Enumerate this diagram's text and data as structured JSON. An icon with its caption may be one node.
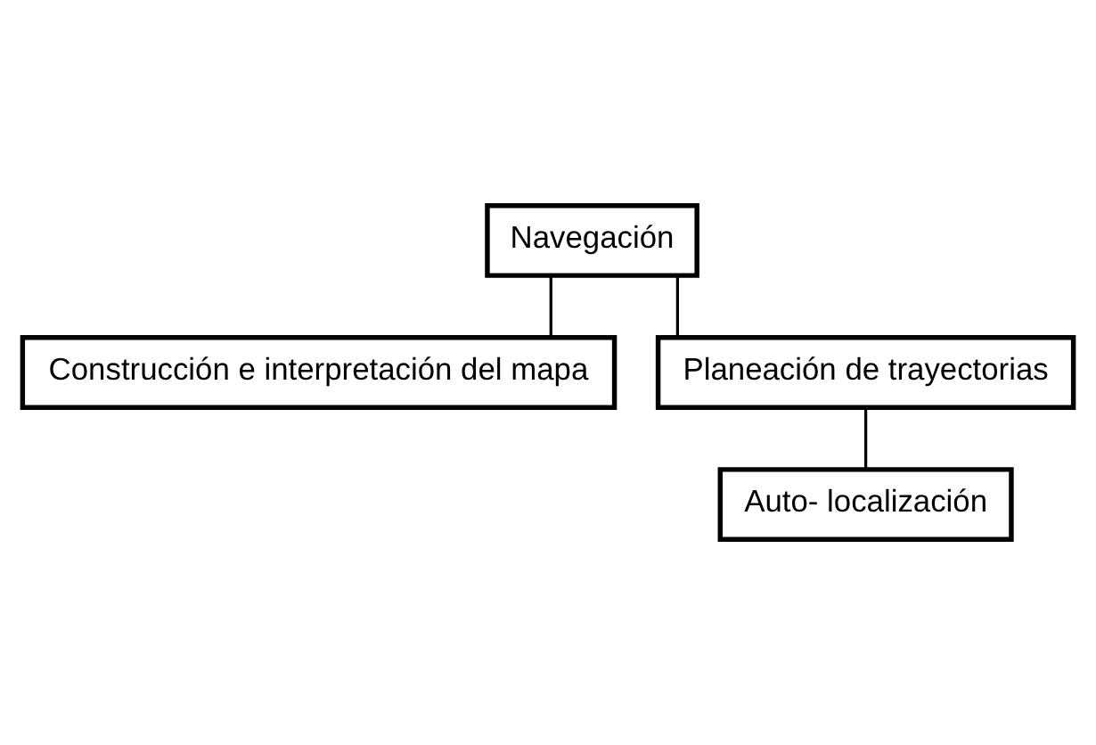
{
  "diagram": {
    "nodes": [
      {
        "text": [
          "Navegación"
        ]
      },
      {
        "text": [
          "Construcción e interpretación del mapa"
        ]
      },
      {
        "text": [
          "Planeación de trayectorias"
        ]
      },
      {
        "text": [
          "Auto- localización"
        ]
      }
    ],
    "edges": [
      {
        "from": 0,
        "to": 1,
        "arrow": "none"
      },
      {
        "from": 0,
        "to": 2,
        "arrow": "none"
      },
      {
        "from": 2,
        "to": 3,
        "arrow": "none"
      }
    ]
  }
}
